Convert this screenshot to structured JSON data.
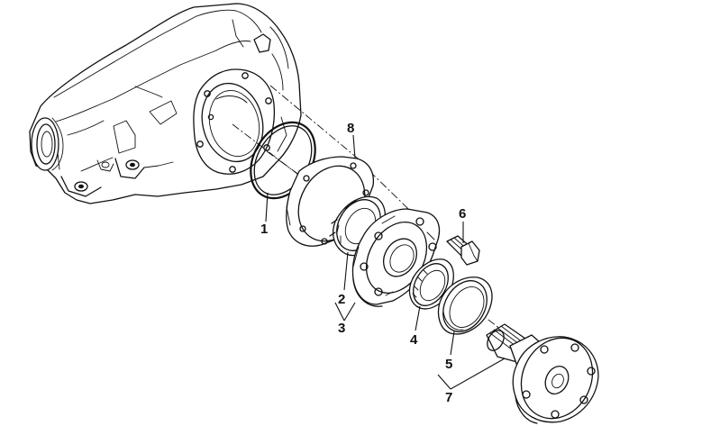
{
  "diagram": {
    "callouts": {
      "c1": "1",
      "c2": "2",
      "c3": "3",
      "c4": "4",
      "c5": "5",
      "c6": "6",
      "c7": "7",
      "c8": "8"
    },
    "parts": [
      "differential-housing",
      "o-ring",
      "cover-gasket",
      "bearing",
      "side-cover",
      "shaft-seal",
      "spacer-ring",
      "hex-bolt",
      "output-flange"
    ],
    "colors": {
      "line": "#111111",
      "background": "#ffffff"
    }
  }
}
